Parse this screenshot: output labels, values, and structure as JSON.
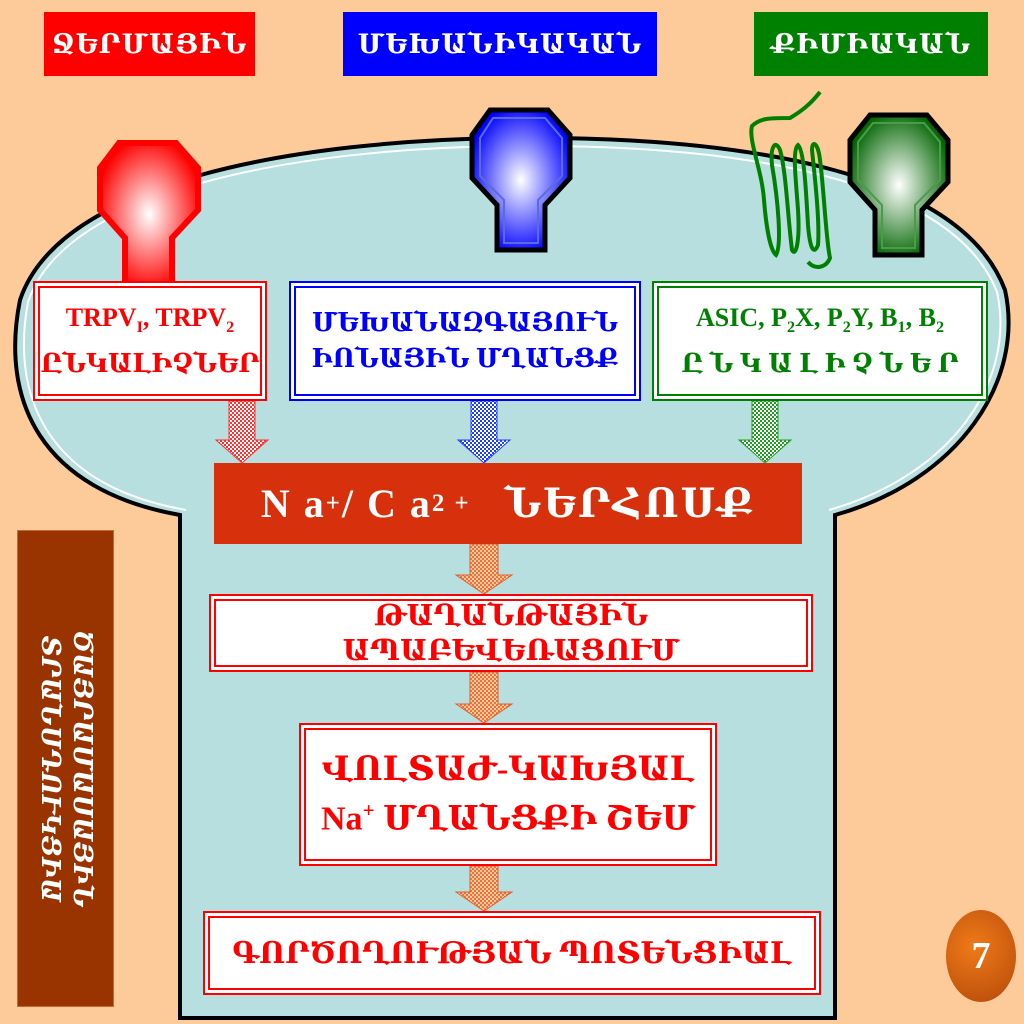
{
  "stimuli": {
    "thermal": "ՋԵՐՄԱՅԻՆ",
    "mechanical": "ՄԵԽԱՆԻԿԱԿԱՆ",
    "chemical": "ՔԻՄԻԱԿԱՆ"
  },
  "receptors": {
    "trpv": {
      "line1_a": "TRPV",
      "line1_a_sub": "I",
      "line1_b": ", TRPV",
      "line1_b_sub": "2",
      "line2": "ԸՆԿԱԼԻՉՆԵՐ"
    },
    "mech": {
      "line1": "ՄԵԽԱՆԱԶԳԱՅՈՒՆ",
      "line2": "ԻՈՆԱՅԻՆ ՄՂԱՆՑՔ"
    },
    "chem": {
      "p1": "ASIC, P",
      "s1": "2",
      "p2": "X, P",
      "s2": "2",
      "p3": "Y, B",
      "s3": "1",
      "p4": ", B",
      "s4": "2",
      "line2": "Ը Ն Կ Ա Լ Ի Չ Ն Ե Ր"
    }
  },
  "influx": {
    "na": "N a",
    "na_sup": "+",
    "slash": " / C a",
    "ca_sup": "2 +",
    "word": "ՆԵՐՀՈՍՔ"
  },
  "steps": {
    "depolarization": "ԹԱՂԱՆԹԱՅԻՆ ԱՊԱԲԵՎԵՌԱՑՈՒՄ",
    "gate_line1": "ՎՈԼՏԱԺ-ԿԱԽՅԱԼ",
    "gate_line2_na": "Na",
    "gate_line2_sup": "+",
    "gate_line2_rest": " ՄՂԱՆՑՔԻ ՇԵՄ",
    "action_potential": "ԳՈՐԾՈՂՈՒԹՅԱՆ ՊՈՏԵՆՑԻԱԼ"
  },
  "side": {
    "line1": "ԾԱՅՐԱՄԱՍԱՅԻՆ",
    "line2": "ՏՐԱՆՍԴՈՒԿՑԻԱ"
  },
  "page_number": "7",
  "colors": {
    "background": "#fccb99",
    "cell": "#b8dfe0",
    "thermal": "#ff0000",
    "mechanical": "#0000ff",
    "chemical": "#008000",
    "influx_bar": "#d6300c",
    "side_box": "#993300"
  }
}
